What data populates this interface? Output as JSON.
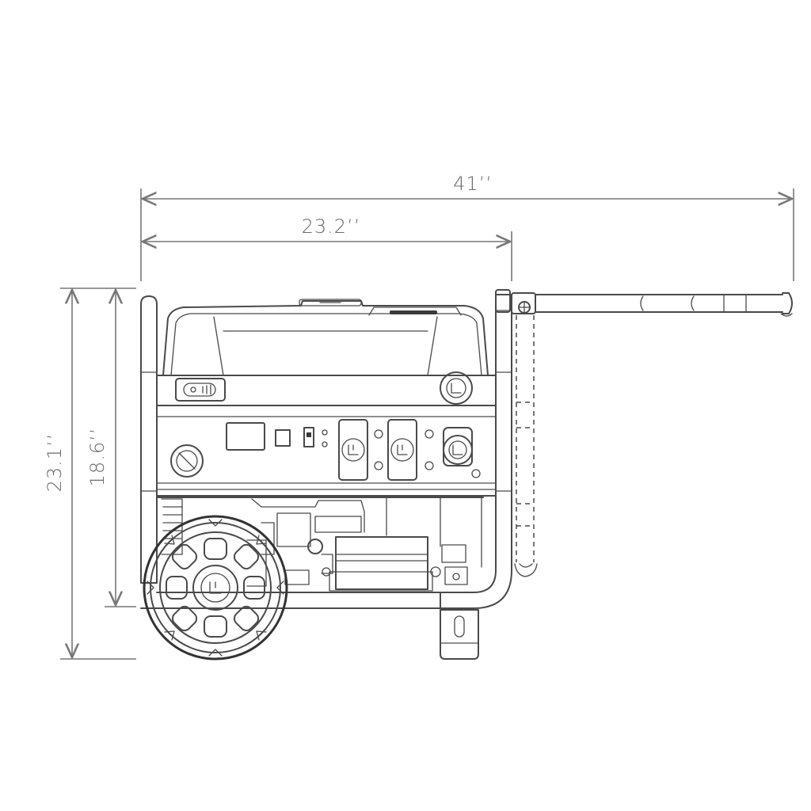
{
  "dimensions": {
    "overall_length": "41’’",
    "body_length": "23.2’’",
    "overall_height": "23.1’’",
    "body_height": "18.6’’"
  },
  "colors": {
    "line": "#4a4a4a",
    "dimension": "#777777",
    "background": "#ffffff"
  }
}
